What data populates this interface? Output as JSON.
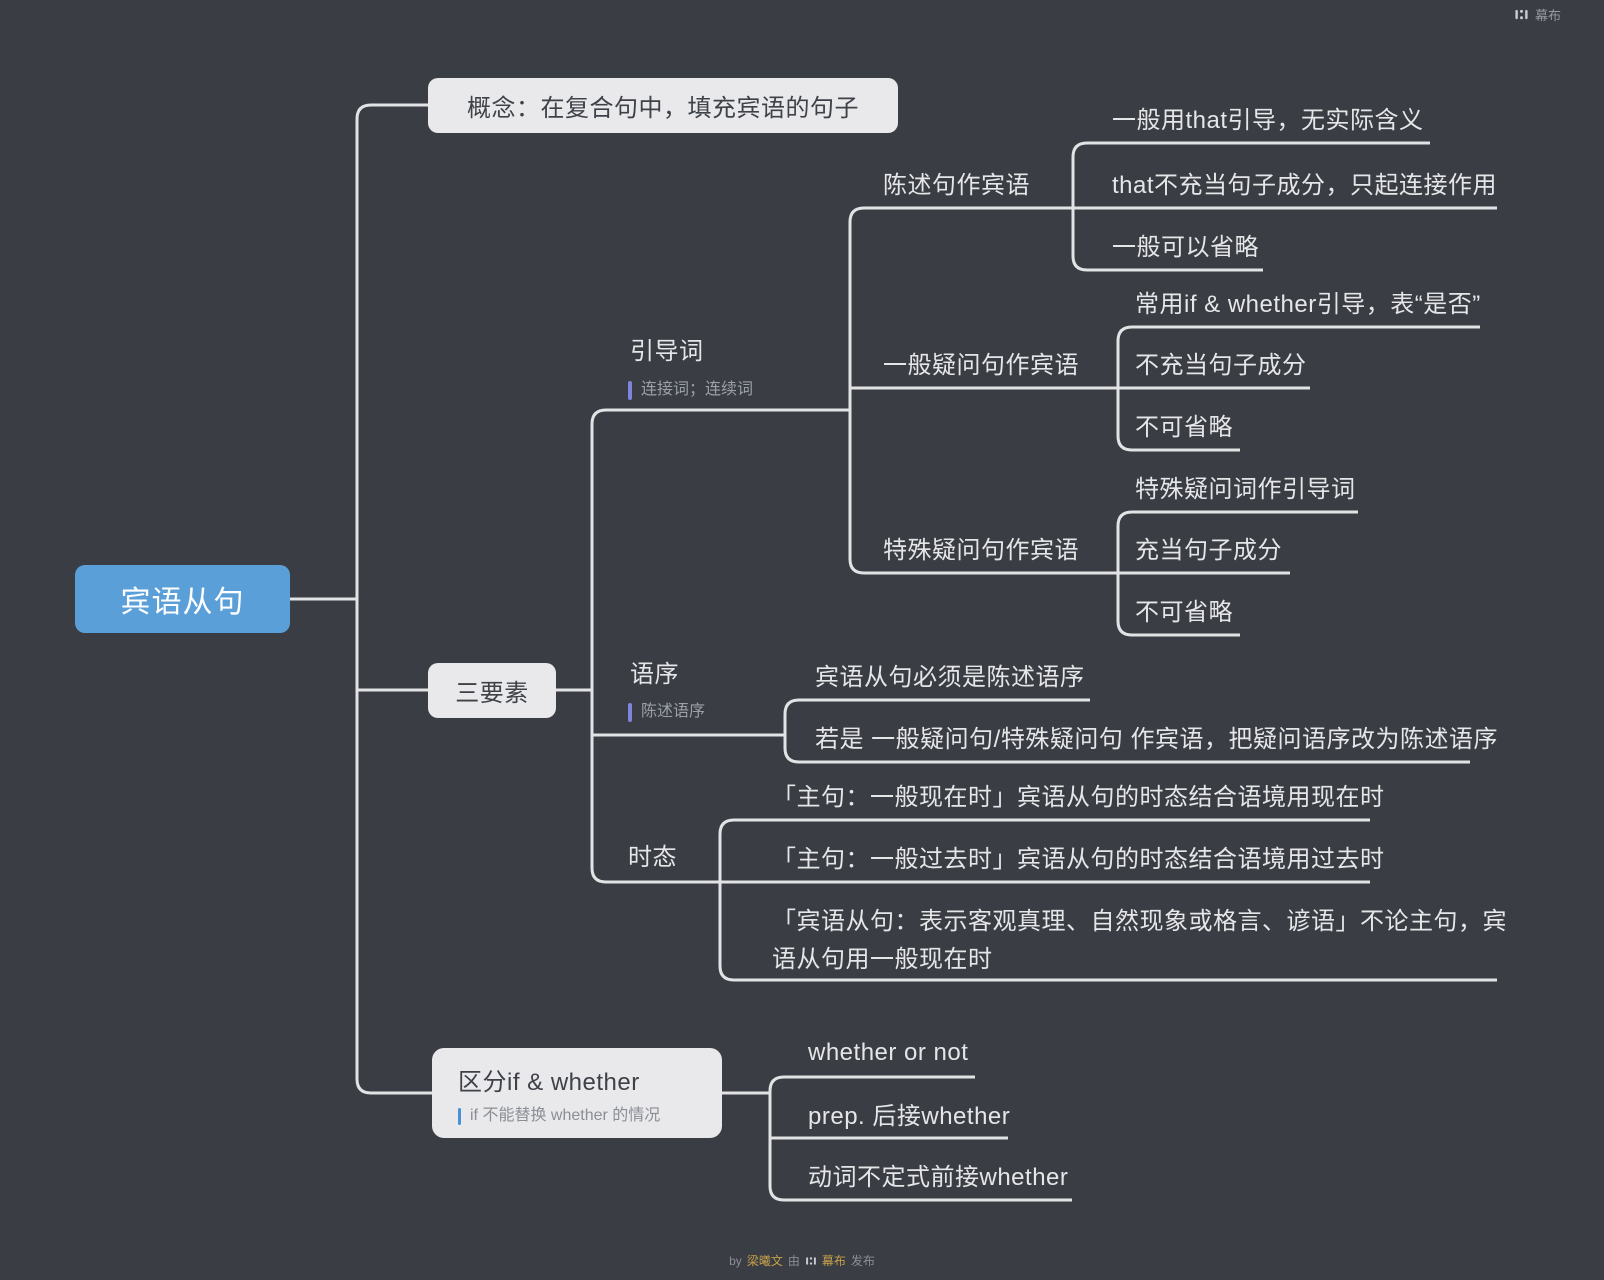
{
  "brand": {
    "name": "幕布"
  },
  "footer": {
    "by": "by",
    "author": "梁曦文",
    "via": "由",
    "brand": "幕布",
    "action": "发布"
  },
  "colors": {
    "canvas_bg": "#3A3D43",
    "root_bg": "#5B9FD9",
    "box_bg": "#E9E9EB",
    "line": "#E2E3E5",
    "node_text": "#E5E6E8",
    "box_text": "#3E4248",
    "note_text": "#9BA0A8",
    "note_bar_purple": "#8184DC",
    "note_bar_blue": "#4A90D9",
    "footer_accent": "#C5A04A"
  },
  "mindmap": {
    "root": {
      "label": "宾语从句"
    },
    "concept": {
      "label": "概念：在复合句中，填充宾语的句子"
    },
    "elements": {
      "label": "三要素",
      "guide": {
        "label": "引导词",
        "note": "连接词；连续词",
        "declarative": {
          "label": "陈述句作宾语",
          "children": [
            "一般用that引导，无实际含义",
            "that不充当句子成分，只起连接作用",
            "一般可以省略"
          ]
        },
        "general": {
          "label": "一般疑问句作宾语",
          "children": [
            "常用if & whether引导，表“是否”",
            "不充当句子成分",
            "不可省略"
          ]
        },
        "special": {
          "label": "特殊疑问句作宾语",
          "children": [
            "特殊疑问词作引导词",
            "充当句子成分",
            "不可省略"
          ]
        }
      },
      "order": {
        "label": "语序",
        "note": "陈述语序",
        "children": [
          "宾语从句必须是陈述语序",
          "若是 一般疑问句/特殊疑问句 作宾语，把疑问语序改为陈述语序"
        ]
      },
      "tense": {
        "label": "时态",
        "children": [
          "「主句：一般现在时」宾语从句的时态结合语境用现在时",
          "「主句：一般过去时」宾语从句的时态结合语境用过去时",
          "「宾语从句：表示客观真理、自然现象或格言、谚语」不论主句，宾语从句用一般现在时"
        ]
      }
    },
    "if_whether": {
      "label": "区分if & whether",
      "note": "if 不能替换 whether 的情况",
      "children": [
        "whether or not",
        "prep. 后接whether",
        "动词不定式前接whether"
      ]
    }
  }
}
